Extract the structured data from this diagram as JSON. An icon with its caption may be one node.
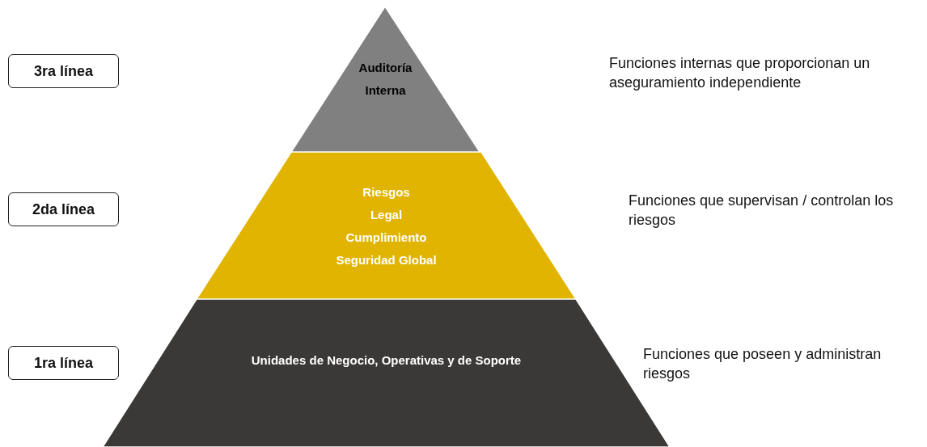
{
  "diagram": {
    "nodes": [
      {
        "text": [
          "3ra línea"
        ]
      },
      {
        "text": [
          "Auditoría Interna"
        ]
      },
      {
        "text": [
          "2da línea"
        ]
      },
      {
        "text": [
          "Riesgos",
          "Legal",
          "Cumplimiento",
          "Seguridad Global"
        ]
      },
      {
        "text": [
          "1ra línea"
        ]
      },
      {
        "text": [
          "Unidades de Negocio, Operativas y de Soporte"
        ]
      }
    ],
    "edges": [],
    "labels": [
      "Funciones internas que proporcionan un aseguramiento independiente",
      "Funciones que supervisan / controlan los riesgos",
      "Funciones que poseen y administran riesgos"
    ]
  }
}
